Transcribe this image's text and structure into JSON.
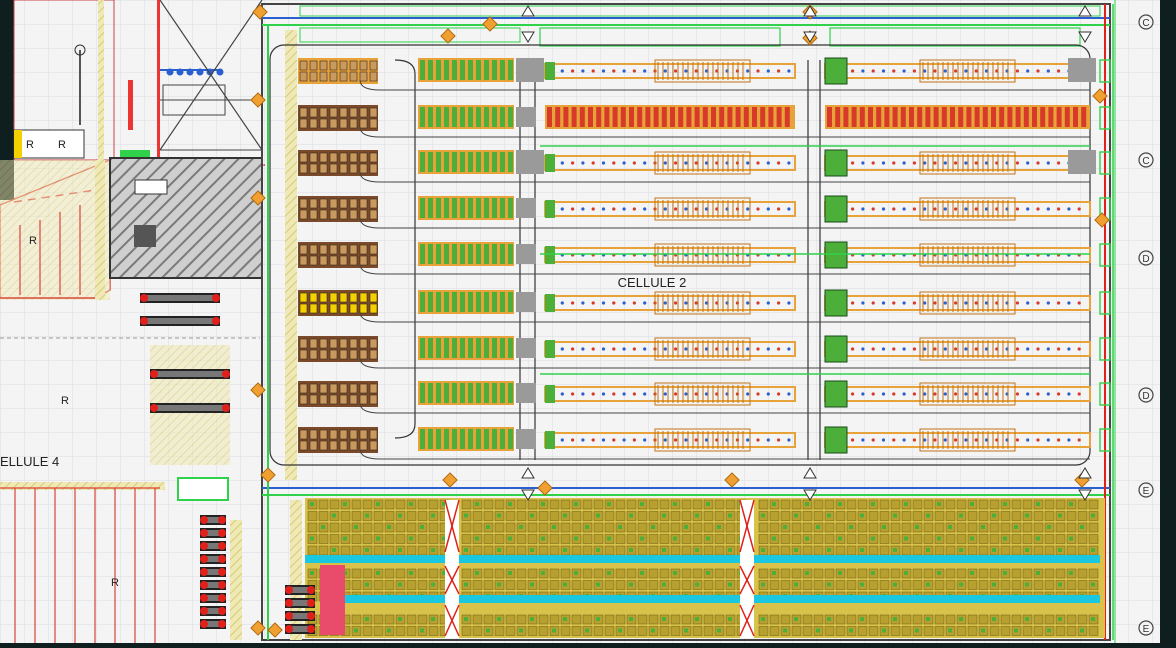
{
  "labels": {
    "cellule_2": "CELLULE 2",
    "cellule_4": "ELLULE 4",
    "zone_r": "R",
    "dock_r1": "R",
    "dock_r2": "R"
  },
  "grid_axes": [
    "C",
    "C",
    "D",
    "D",
    "E",
    "E"
  ],
  "colors": {
    "background": "#f4f4f4",
    "rack_orange": "#e8a23a",
    "rack_green": "#4caf3a",
    "rack_red": "#d83a2a",
    "aisle_cyan": "#19c8e0",
    "wall_red": "#e0201a",
    "hatch_gray": "#8a8a8a",
    "hatch_yellow": "#e6dc94",
    "conveyor_green": "#2fd24a",
    "dark_frame": "#0f1e1e"
  },
  "icons": [
    "orange-diamond-marker",
    "dock-door-arrow",
    "forklift-truck",
    "axis-bubble"
  ]
}
